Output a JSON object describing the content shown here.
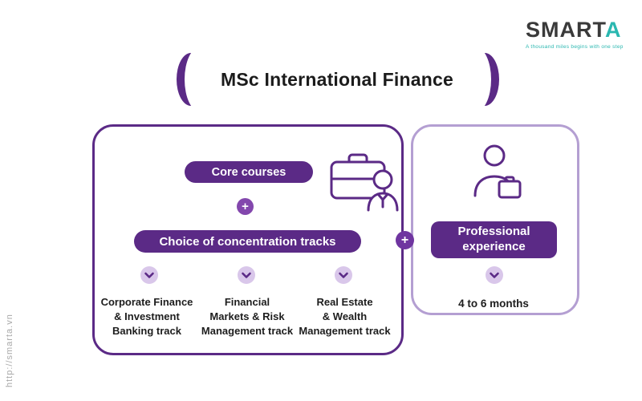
{
  "branding": {
    "logo_part1": "SMART",
    "logo_part2": "A",
    "tagline": "A thousand miles begins with one step"
  },
  "watermark": "http://smarta.vn",
  "title": "MSc International Finance",
  "colors": {
    "purple": "#5b2a86",
    "light_purple_circle": "#d9c7ea",
    "right_card_border": "#b49fd2",
    "teal": "#2ab7b0"
  },
  "icons": {
    "plus": "+"
  },
  "left_card": {
    "core_pill": "Core courses",
    "tracks_pill": "Choice of concentration tracks",
    "tracks": [
      {
        "lines": [
          "Corporate Finance",
          "& Investment",
          "Banking track"
        ]
      },
      {
        "lines": [
          "Financial",
          "Markets & Risk",
          "Management track"
        ]
      },
      {
        "lines": [
          "Real Estate",
          "& Wealth",
          "Management track"
        ]
      }
    ]
  },
  "right_card": {
    "pill_lines": [
      "Professional",
      "experience"
    ],
    "duration": "4 to 6 months"
  }
}
